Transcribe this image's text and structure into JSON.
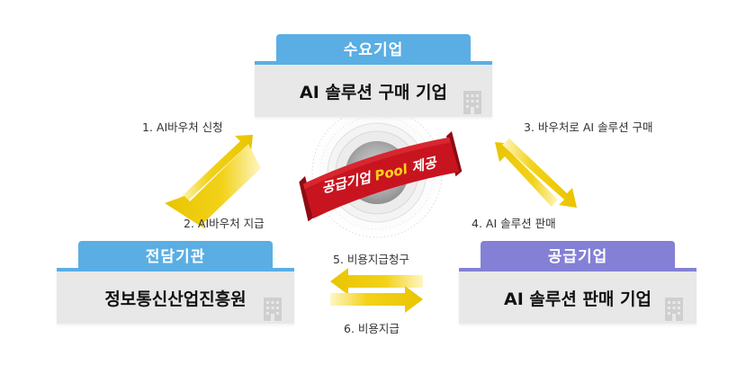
{
  "nodes": {
    "demand": {
      "tab": "수요기업",
      "card": "AI 솔루션 구매 기업",
      "color": "#5aaee4"
    },
    "agency": {
      "tab": "전담기관",
      "card": "정보통신산업진흥원",
      "color": "#5aaee4"
    },
    "supply": {
      "tab": "공급기업",
      "card": "AI 솔루션 판매 기업",
      "color": "#8380d6"
    }
  },
  "flows": {
    "f1": "1. AI바우처 신청",
    "f2": "2. AI바우처 지급",
    "f3": "3. 바우처로 AI 솔루션 구매",
    "f4": "4. AI 솔루션 판매",
    "f5": "5. 비용지급청구",
    "f6": "6. 비용지급"
  },
  "center": {
    "ribbon": "공급기업 Pool 제공",
    "ribbon_a": "공급기업 ",
    "ribbon_b": "Pool",
    "ribbon_c": " 제공"
  },
  "colors": {
    "arrow": "#f1cf0a",
    "ribbon": "#c8141f",
    "ribbon_text": "#ffffff",
    "ribbon_accent": "#ffd21c"
  }
}
